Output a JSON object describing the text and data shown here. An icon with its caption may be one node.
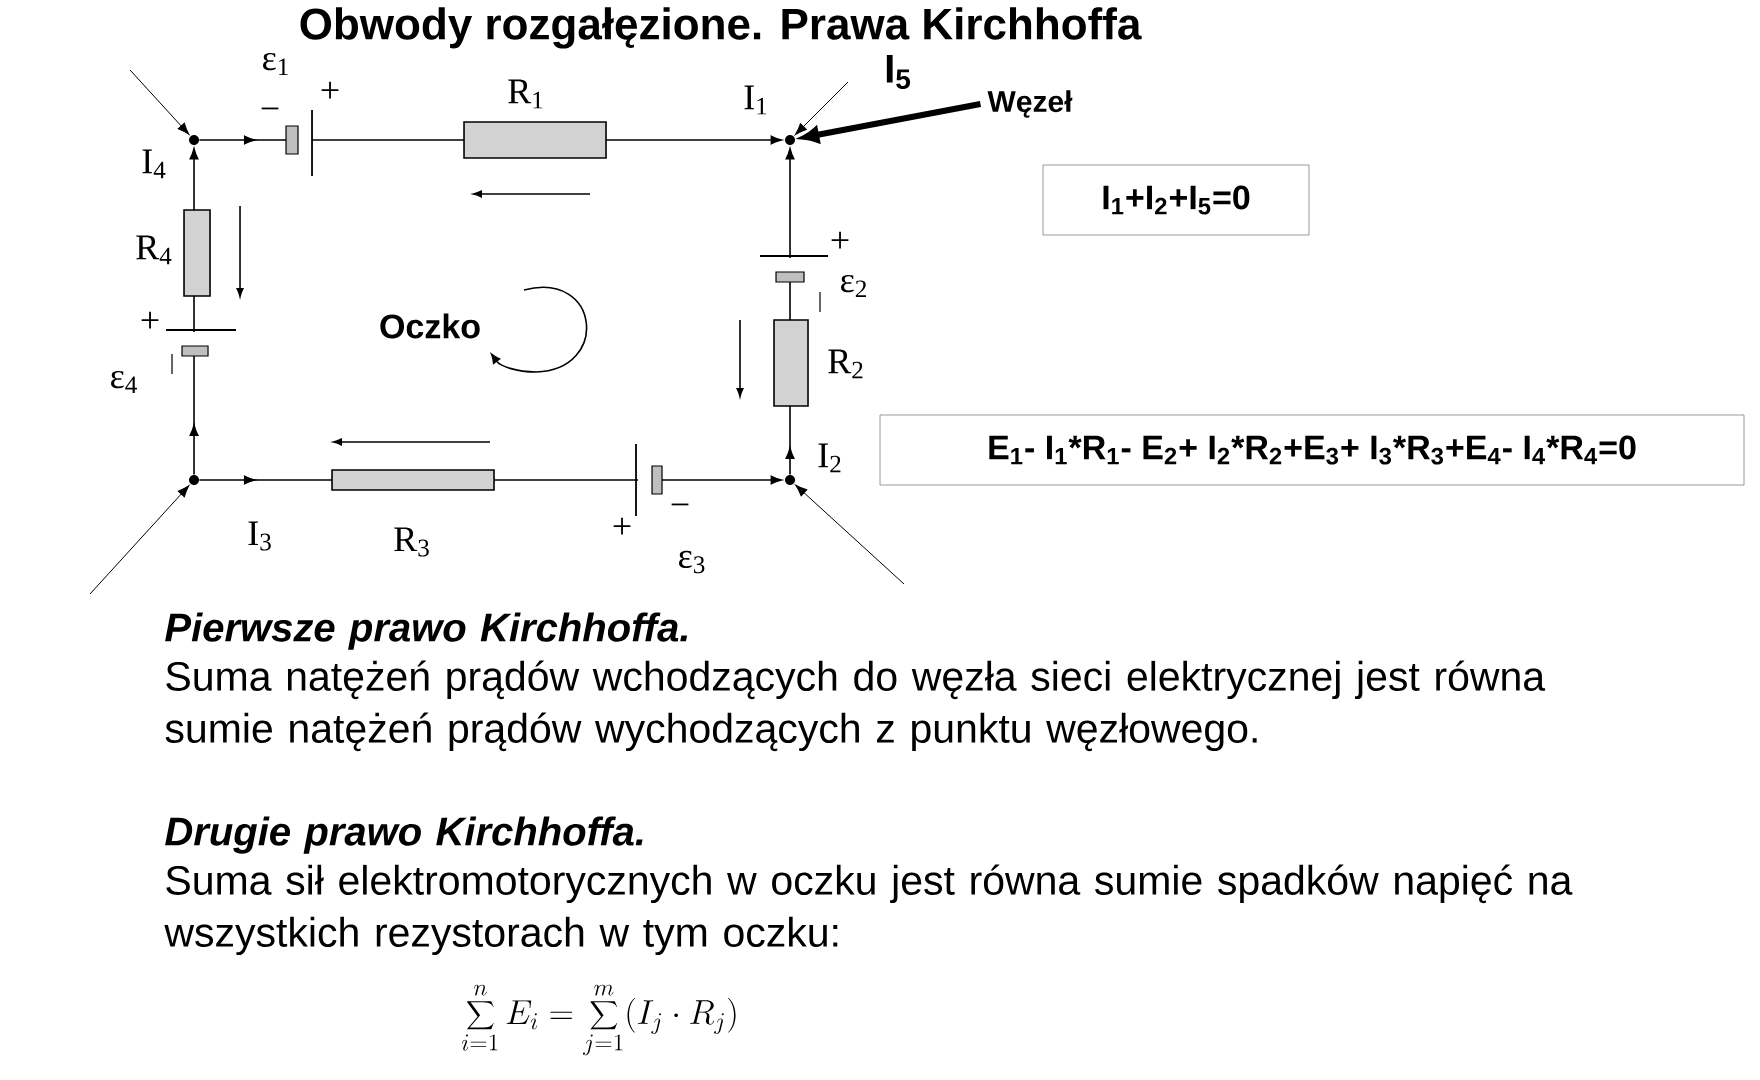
{
  "diagram": {
    "title": "Obwody rozgałęzione. Prawa Kirchhoffa",
    "nodes": [
      {
        "text": [],
        "shape": "circle"
      },
      {
        "text": [],
        "shape": "circle"
      },
      {
        "text": [
          "Węzeł"
        ]
      },
      {
        "text": [
          "I$_{1}$+I$_{2}$+I$_{5}$=0"
        ]
      },
      {
        "text": [],
        "shape": "circle"
      },
      {
        "text": [],
        "shape": "circle"
      },
      {
        "text": [
          "E$_{1}$- I$_{1}$*R$_{1}$- E$_{2}$+ I$_{2}$*R$_{2}$+E$_{3}$+ I$_{3}$*R$_{3}$+E$_{4}$- I$_{4}$*R$_{4}$=0"
        ]
      }
    ],
    "edges": [
      {
        "from": null,
        "to": 0,
        "arrow": "to"
      },
      {
        "from": null,
        "to": 1,
        "arrow": "to"
      },
      {
        "from": 2,
        "to": 1,
        "arrow": "to",
        "style": "thick"
      },
      {
        "from": 0,
        "to": 1,
        "arrow": "to"
      },
      {
        "from": 5,
        "to": 1,
        "arrow": "to"
      },
      {
        "from": null,
        "to": 4,
        "arrow": "to"
      },
      {
        "from": 4,
        "to": 5,
        "arrow": "to"
      },
      {
        "from": 4,
        "to": 0,
        "arrow": "to"
      },
      {
        "from": null,
        "to": 5,
        "arrow": "to"
      }
    ],
    "labels": [
      "ε$_{1}$",
      "+",
      "−",
      "R$_{1}$",
      "I$_{1}$",
      "I$_{5}$",
      "I$_{4}$",
      "R$_{4}$",
      "Oczko",
      "+",
      "ε$_{2}$",
      "+",
      "ε$_{4}$",
      "R$_{2}$",
      "I$_{2}$",
      "I$_{3}$",
      "R$_{3}$",
      "+",
      "−",
      "ε$_{3}$",
      "Pierwsze prawo Kirchhoffa.",
      "Suma natężeń prądów wchodzących do węzła sieci elektrycznej jest równa sumie natężeń prądów wychodzących z punktu węzłowego.",
      "Drugie prawo Kirchhoffa.",
      "Suma sił elektromotorycznych w oczku jest równa sumie spadków napięć na wszystkich rezystorach w tym oczku:",
      "\\sum_{i=1}^{n} E_i = \\sum_{j=1}^{m}(I_j \\cdot R_j)"
    ]
  }
}
